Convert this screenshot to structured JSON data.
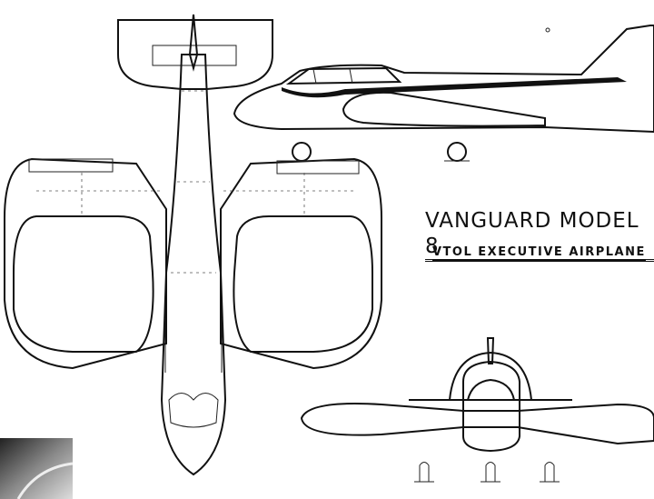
{
  "drawing": {
    "title": "VANGUARD MODEL 8",
    "subtitle": "VTOL EXECUTIVE AIRPLANE",
    "views": [
      "top-view",
      "side-view",
      "front-view"
    ],
    "line_color": "#111111",
    "background": "#ffffff"
  }
}
